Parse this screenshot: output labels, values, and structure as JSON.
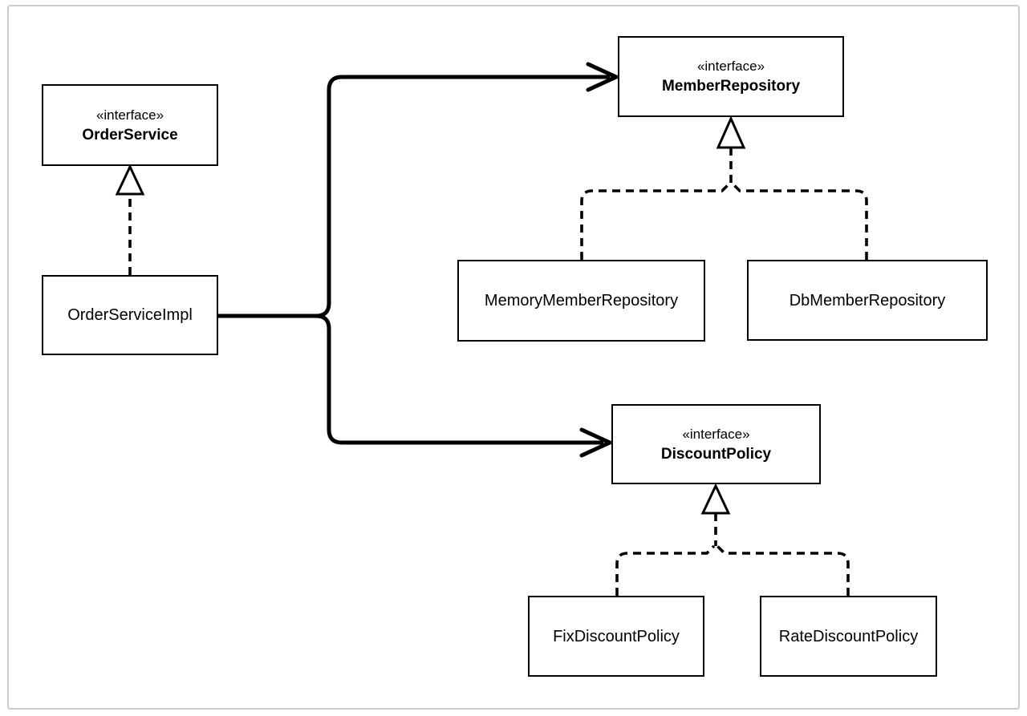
{
  "diagram": {
    "type": "uml-class-diagram",
    "colors": {
      "stroke": "#000000",
      "background": "#ffffff",
      "frame_border": "#cbcbcb",
      "node_fill": "#ffffff"
    },
    "nodes": {
      "order_service": {
        "stereotype": "«interface»",
        "name": "OrderService"
      },
      "order_service_impl": {
        "name": "OrderServiceImpl"
      },
      "member_repository": {
        "stereotype": "«interface»",
        "name": "MemberRepository"
      },
      "memory_member_repository": {
        "name": "MemoryMemberRepository"
      },
      "db_member_repository": {
        "name": "DbMemberRepository"
      },
      "discount_policy": {
        "stereotype": "«interface»",
        "name": "DiscountPolicy"
      },
      "fix_discount_policy": {
        "name": "FixDiscountPolicy"
      },
      "rate_discount_policy": {
        "name": "RateDiscountPolicy"
      }
    },
    "edges": [
      {
        "from": "OrderServiceImpl",
        "to": "OrderService",
        "type": "realization",
        "line": "dashed",
        "arrowhead": "hollow-triangle"
      },
      {
        "from": "OrderServiceImpl",
        "to": "MemberRepository",
        "type": "dependency",
        "line": "solid",
        "arrowhead": "open-arrow"
      },
      {
        "from": "OrderServiceImpl",
        "to": "DiscountPolicy",
        "type": "dependency",
        "line": "solid",
        "arrowhead": "open-arrow"
      },
      {
        "from": "MemoryMemberRepository",
        "to": "MemberRepository",
        "type": "realization",
        "line": "dashed",
        "arrowhead": "hollow-triangle"
      },
      {
        "from": "DbMemberRepository",
        "to": "MemberRepository",
        "type": "realization",
        "line": "dashed",
        "arrowhead": "hollow-triangle"
      },
      {
        "from": "FixDiscountPolicy",
        "to": "DiscountPolicy",
        "type": "realization",
        "line": "dashed",
        "arrowhead": "hollow-triangle"
      },
      {
        "from": "RateDiscountPolicy",
        "to": "DiscountPolicy",
        "type": "realization",
        "line": "dashed",
        "arrowhead": "hollow-triangle"
      }
    ]
  }
}
